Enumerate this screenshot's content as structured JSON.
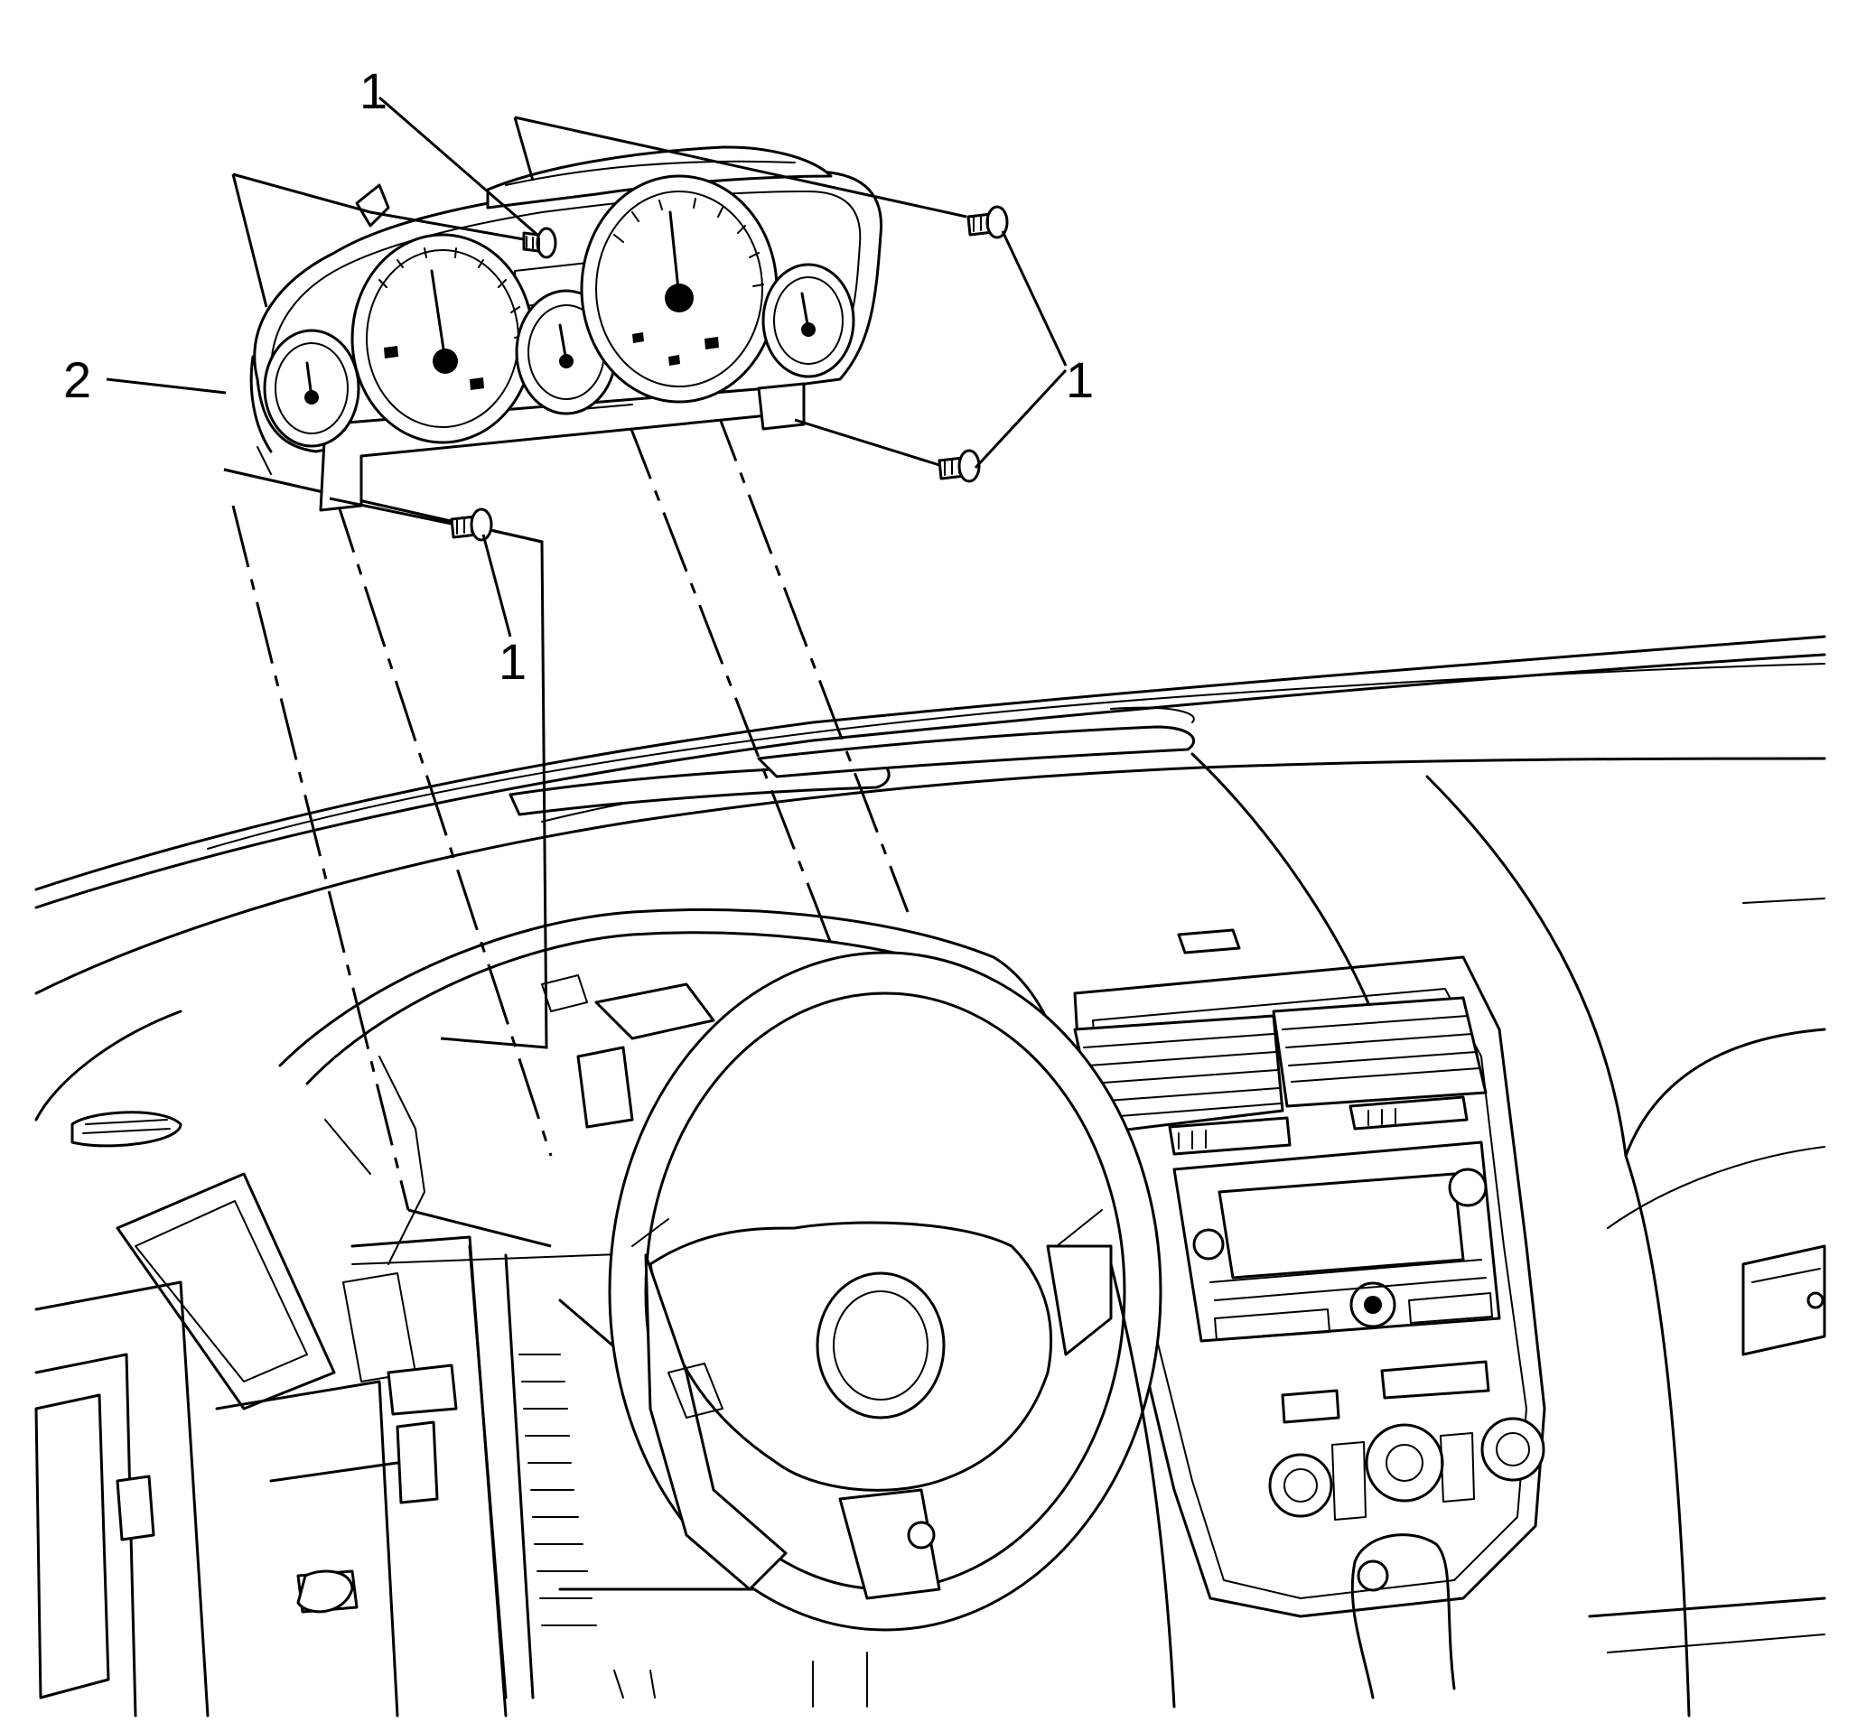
{
  "callouts": {
    "fastener_top": "1",
    "fastener_right": "1",
    "fastener_lower": "1",
    "instrument_cluster": "2"
  }
}
